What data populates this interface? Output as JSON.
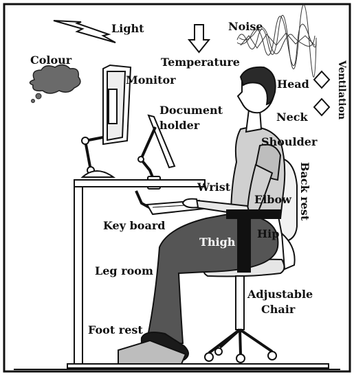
{
  "labels": {
    "light": "Light",
    "temperature": "Temperature",
    "noise": "Noise",
    "ventilation": "Ventilation",
    "colour": "Colour",
    "monitor": "Monitor",
    "head": "Head",
    "neck": "Neck",
    "document_holder_line1": "Document",
    "document_holder_line2": "holder",
    "shoulder": "Shoulder",
    "back_rest": "Back rest",
    "wrist": "Wrist",
    "elbow": "Elbow",
    "key_board": "Key board",
    "thigh": "Thigh",
    "hip": "Hip",
    "leg_room": "Leg room",
    "adjustable_chair_line1": "Adjustable",
    "adjustable_chair_line2": "Chair",
    "foot_rest": "Foot rest"
  },
  "colors": {
    "ink": "#111111",
    "shirt": "#c8c8c8",
    "trousers": "#555555",
    "hair": "#2a2a2a",
    "cloud": "#6a6a6a",
    "shoe": "#1a1a1a",
    "chair_fill": "#f2f2f2"
  }
}
